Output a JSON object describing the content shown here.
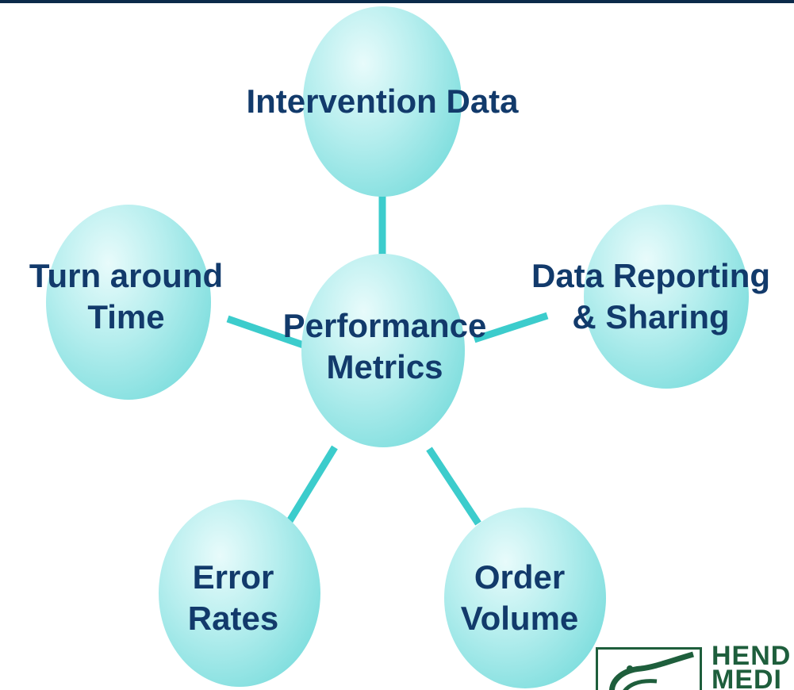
{
  "diagram": {
    "center": {
      "line1": "Performance",
      "line2": "Metrics"
    },
    "nodes": {
      "top": {
        "line1": "Intervention Data"
      },
      "left": {
        "line1": "Turn around",
        "line2": "Time"
      },
      "right": {
        "line1": "Data Reporting",
        "line2": "& Sharing"
      },
      "bottom_left": {
        "line1": "Error",
        "line2": "Rates"
      },
      "bottom_right": {
        "line1": "Order",
        "line2": "Volume"
      }
    },
    "colors": {
      "node_fill": "#86e0e0",
      "connector": "#3ccccc",
      "text": "#123a6b",
      "top_rule": "#0b2a4a"
    }
  },
  "logo": {
    "line1": "HEND",
    "line2": "MEDI"
  }
}
